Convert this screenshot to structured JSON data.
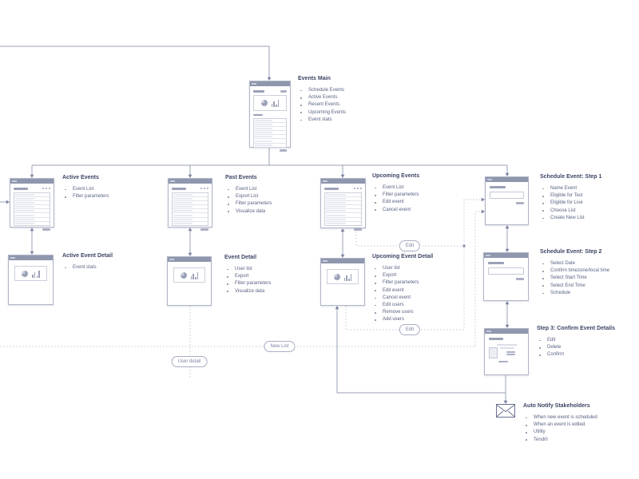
{
  "diagram": {
    "type": "sitemap-user-flow",
    "colors": {
      "window_titlebar": "#8f97ae",
      "window_border": "#b0b5c7",
      "wireframe_gray": "#9aa1b6",
      "solid_line": "#9aa0b5",
      "dotted_line": "#c3c7d4",
      "arrow": "#7d84a0",
      "title_text": "#3d4565",
      "bullet_text": "#5a6283",
      "pill_text": "#7b83a2"
    },
    "icons": {
      "notify": "envelope-icon",
      "node_charts": [
        "pie-chart-icon",
        "bar-chart-icon"
      ],
      "window_menu": "window-menu-dots-icon"
    }
  },
  "nodes": [
    {
      "id": "events-main",
      "title": "Events Main",
      "bullets": [
        "Schedule Events",
        "Active Events",
        "Recent Events",
        "Upcoming Events",
        "Event stats"
      ]
    },
    {
      "id": "active-events",
      "title": "Active Events",
      "bullets": [
        "Event List",
        "Filter parameters"
      ]
    },
    {
      "id": "past-events",
      "title": "Past Events",
      "bullets": [
        "Event List",
        "Export List",
        "Filter parameters",
        "Visualize data"
      ]
    },
    {
      "id": "upcoming-events",
      "title": "Upcoming Events",
      "bullets": [
        "Event List",
        "Filter parameters",
        "Edit event",
        "Cancel event"
      ]
    },
    {
      "id": "schedule-step-1",
      "title": "Schedule Event: Step 1",
      "bullets": [
        "Name Event",
        "Eligible for Test",
        "Eligible for Live",
        "Choose List",
        "Create New List"
      ]
    },
    {
      "id": "active-event-detail",
      "title": "Active Event Detail",
      "bullets": [
        "Event stats"
      ]
    },
    {
      "id": "event-detail",
      "title": "Event Detail",
      "bullets": [
        "User list",
        "Export",
        "Filter parameters",
        "Visualize data"
      ]
    },
    {
      "id": "upcoming-event-detail",
      "title": "Upcoming Event Detail",
      "bullets": [
        "User list",
        "Export",
        "Filter parameters",
        "Edit event",
        "Cancel event",
        "Edit users",
        "Remove users",
        "Add users"
      ]
    },
    {
      "id": "schedule-step-2",
      "title": "Schedule Event: Step 2",
      "bullets": [
        "Select Date",
        "Confirm timezone/local time",
        "Select Start Time",
        "Select End Time",
        "Schedule"
      ]
    },
    {
      "id": "step-3-confirm",
      "title": "Step 3: Confirm Event Details",
      "bullets": [
        "Edit",
        "Delete",
        "Confirm"
      ]
    },
    {
      "id": "auto-notify",
      "title": "Auto Notify Stakeholders",
      "bullets": [
        "When new event is scheduled",
        "When an event is edited",
        "Utility",
        "Tendril"
      ]
    }
  ],
  "connector_labels": {
    "edit_upper": "Edit",
    "edit_lower": "Edit",
    "new_list": "New List",
    "user_detail": "User detail"
  }
}
